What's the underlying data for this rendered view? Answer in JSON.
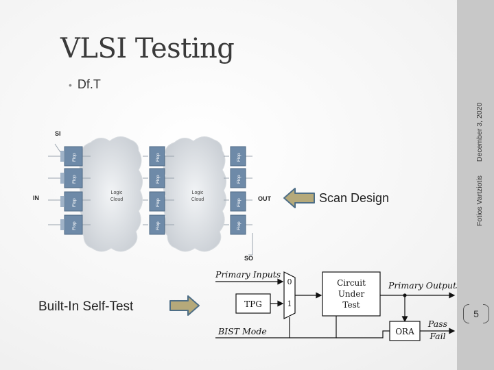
{
  "slide": {
    "title": "VLSI Testing",
    "bullet": "Df.T",
    "author": "Fotios Vartziotis",
    "date": "December 3, 2020",
    "page_number": "5"
  },
  "scan_diagram": {
    "label_si": "SI",
    "label_in": "IN",
    "label_out": "OUT",
    "label_so": "SO",
    "flop_label": "Flop",
    "logic_cloud_line1": "Logic",
    "logic_cloud_line2": "Cloud"
  },
  "bist_diagram": {
    "primary_inputs": "Primary Inputs",
    "primary_outputs": "Primary Outputs",
    "bist_mode": "BIST Mode",
    "tpg": "TPG",
    "mux_0": "0",
    "mux_1": "1",
    "cut_line1": "Circuit",
    "cut_line2": "Under",
    "cut_line3": "Test",
    "ora": "ORA",
    "pass": "Pass",
    "fail": "Fail"
  },
  "annotations": {
    "scan_design": "Scan Design",
    "bist": "Built-In Self-Test"
  },
  "colors": {
    "arrow_fill": "#b5a97a",
    "arrow_stroke": "#4e6e86",
    "flop_fill": "#6e8aa8",
    "sidebar": "#c8c8c8"
  }
}
